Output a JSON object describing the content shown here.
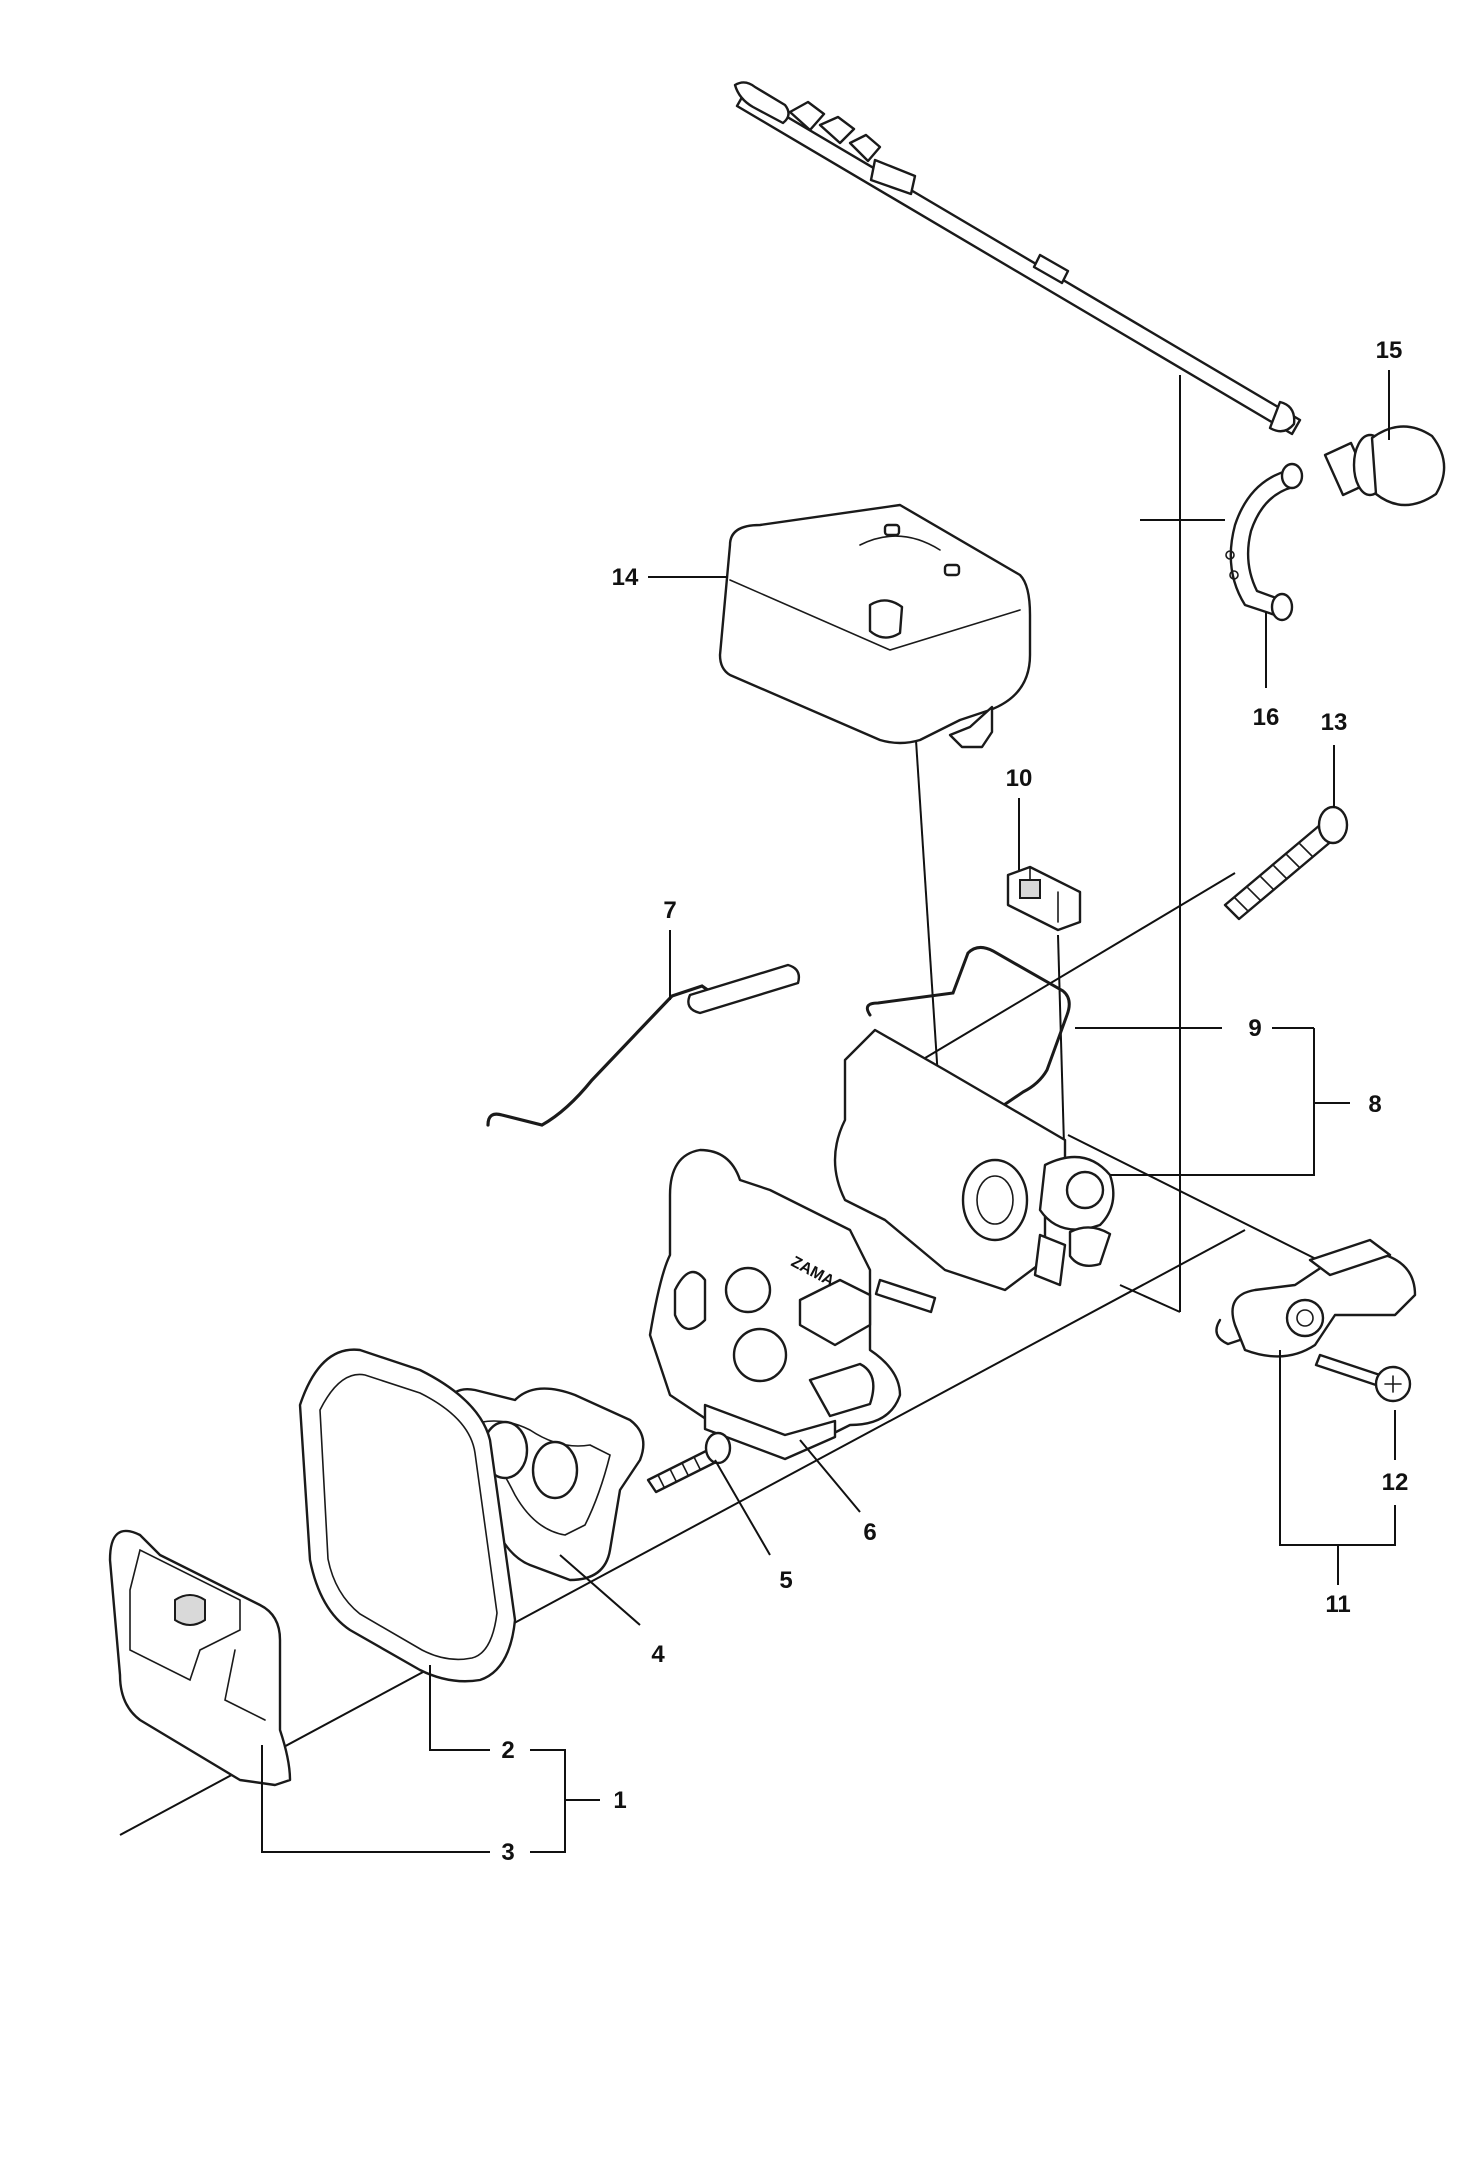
{
  "diagram": {
    "callouts": [
      "1",
      "2",
      "3",
      "4",
      "5",
      "6",
      "7",
      "8",
      "9",
      "10",
      "11",
      "12",
      "13",
      "14",
      "15",
      "16"
    ],
    "logo_text": "ZAMA"
  }
}
